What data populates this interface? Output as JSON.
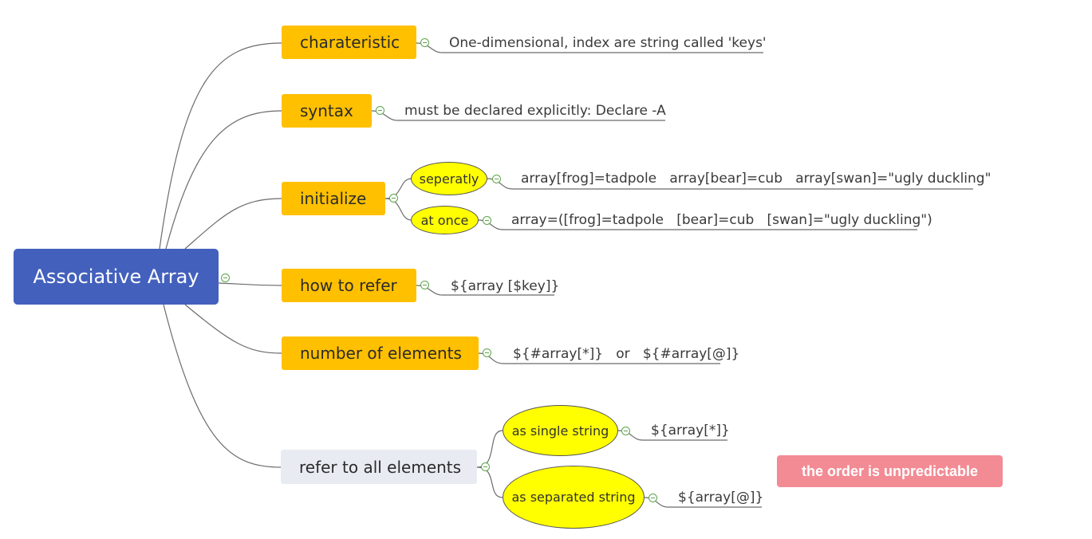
{
  "root": {
    "label": "Associative Array"
  },
  "branches": {
    "charateristic": {
      "label": "charateristic",
      "leaf": "One-dimensional, index are string called 'keys'"
    },
    "syntax": {
      "label": "syntax",
      "leaf": "must be declared explicitly: Declare -A"
    },
    "initialize": {
      "label": "initialize",
      "separately": {
        "label": "seperatly",
        "leaf": "array[frog]=tadpole   array[bear]=cub   array[swan]=\"ugly duckling\""
      },
      "at_once": {
        "label": "at once",
        "leaf": "array=([frog]=tadpole   [bear]=cub   [swan]=\"ugly duckling\")"
      }
    },
    "how_to_refer": {
      "label": "how to refer",
      "leaf": "${array [$key]}"
    },
    "number_of_elements": {
      "label": "number of elements",
      "leaf": "${#array[*]}   or   ${#array[@]}"
    },
    "refer_to_all": {
      "label": "refer to all elements",
      "single": {
        "label": "as single string",
        "leaf": "${array[*]}"
      },
      "separated": {
        "label": "as separated string",
        "leaf": "${array[@]}"
      }
    }
  },
  "note": {
    "label": "the order is unpredictable"
  },
  "colors": {
    "root": "#4360bd",
    "branch": "#ffc000",
    "branch_alt": "#e9ebf3",
    "ellipse": "#ffff00",
    "note": "#f38b94",
    "collapse": "#5ea54a",
    "connector": "#666666"
  }
}
